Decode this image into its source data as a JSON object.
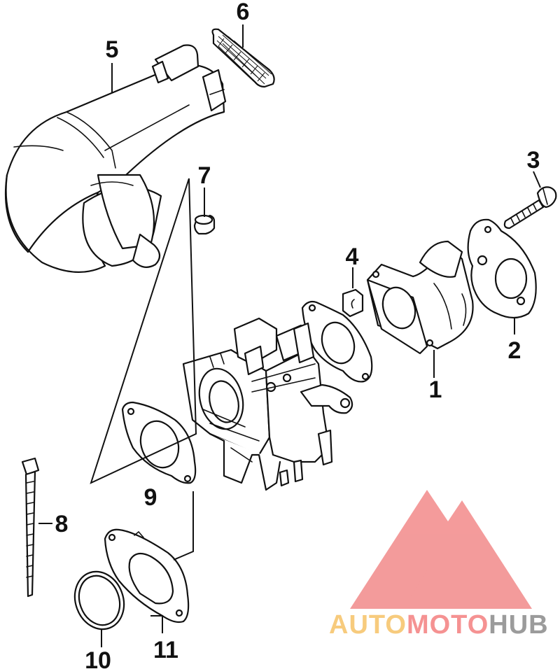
{
  "callouts": [
    "1",
    "2",
    "3",
    "4",
    "5",
    "6",
    "7",
    "8",
    "9",
    "10",
    "11"
  ],
  "watermark": {
    "part1": "AUTO",
    "part2": "MOTO",
    "part3": "HUB",
    "colors": {
      "auto": "#f6c267",
      "moto": "#f47f80",
      "hub": "#8a8a8a",
      "logo": "#f28a8a"
    }
  }
}
